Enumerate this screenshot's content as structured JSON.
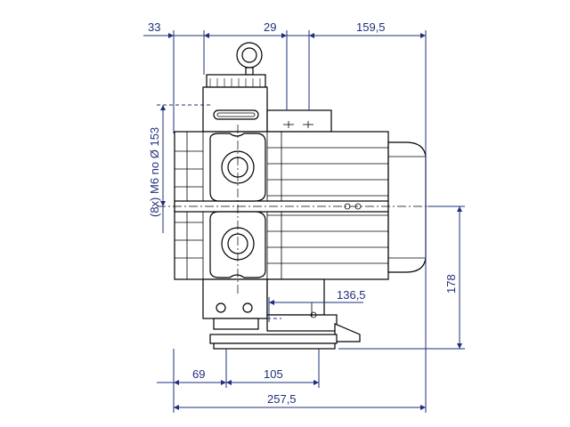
{
  "dimensions": {
    "top_left": "33",
    "top_mid": "29",
    "top_right": "159,5",
    "bolt_note": "(8x) M6 no Ø 153",
    "right_height": "178",
    "mid_width": "136,5",
    "bottom_left": "69",
    "bottom_mid": "105",
    "bottom_total": "257,5"
  },
  "colors": {
    "dimension_ink": "#1f2f7a",
    "part_ink": "#000000"
  }
}
